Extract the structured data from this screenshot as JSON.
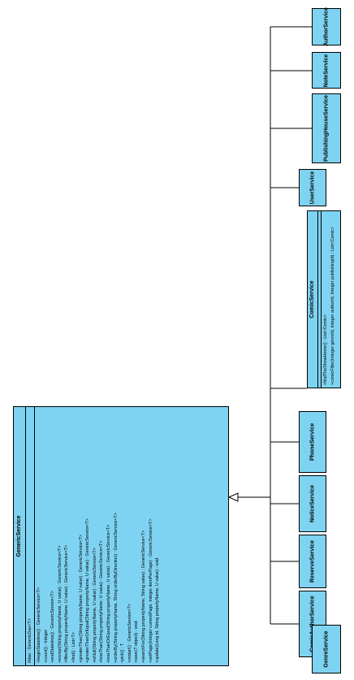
{
  "generic_service": {
    "title": "GenericService",
    "attributes": [
      "#dao : GenericDao<T>"
    ],
    "operations": [
      "+beginStateless() : GenericService<T>",
      "+count() : Integer",
      "+endStateless() : GenericService<T>",
      "+except(String propertyName, U value) : GenericService<T>",
      "+filterBy(String propertyName, U value) : GenericService<T>",
      "+find() : List<T>",
      "+greaterThan(String propertyName, U value) : GenericService<T>",
      "+greaterThanOrEqual(String propertyName, U value) : GenericService<T>",
      "+isNull(String propertyName, U value) : GenericService<T>",
      "+lessThan(String propertyName, U value) : GenericService<T>",
      "+lessThanOrEqual(String propertyName, U value) : GenericService<T>",
      "+orderBy(String propertyName, String orderByDirection) : GenericService<T>",
      "+pick() : T",
      "+restart() : GenericService<T>",
      "+save(T object) : void",
      "+searchFor(String propertyName, String value) : GenericService<T>",
      "+setPage(Integer currentPage, Integer itemPerPage) : GenericService<T>",
      "+update(Long id, String propertyName, U value) : void"
    ]
  },
  "comic_service": {
    "title": "ComicService",
    "attributes": [],
    "operations": [
      "+findTheShowHome() : List<Comic>",
      "+comicFilter(Integer genreId, Integer authorId, Integer publishingId) : List<Comic>"
    ]
  },
  "subclasses": [
    {
      "key": "genre",
      "label": "GenreService"
    },
    {
      "key": "comic_author",
      "label": "ComicAuthorService"
    },
    {
      "key": "reserve",
      "label": "ReserveService"
    },
    {
      "key": "notice",
      "label": "NoticeService"
    },
    {
      "key": "phone",
      "label": "PhoneService"
    },
    {
      "key": "user",
      "label": "UserService"
    },
    {
      "key": "publishing_house",
      "label": "PublishingHouseService"
    },
    {
      "key": "note",
      "label": "NoteService"
    },
    {
      "key": "author",
      "label": "AuthorService"
    }
  ],
  "colors": {
    "class_fill": "#7fd3f2",
    "line": "#000000"
  }
}
